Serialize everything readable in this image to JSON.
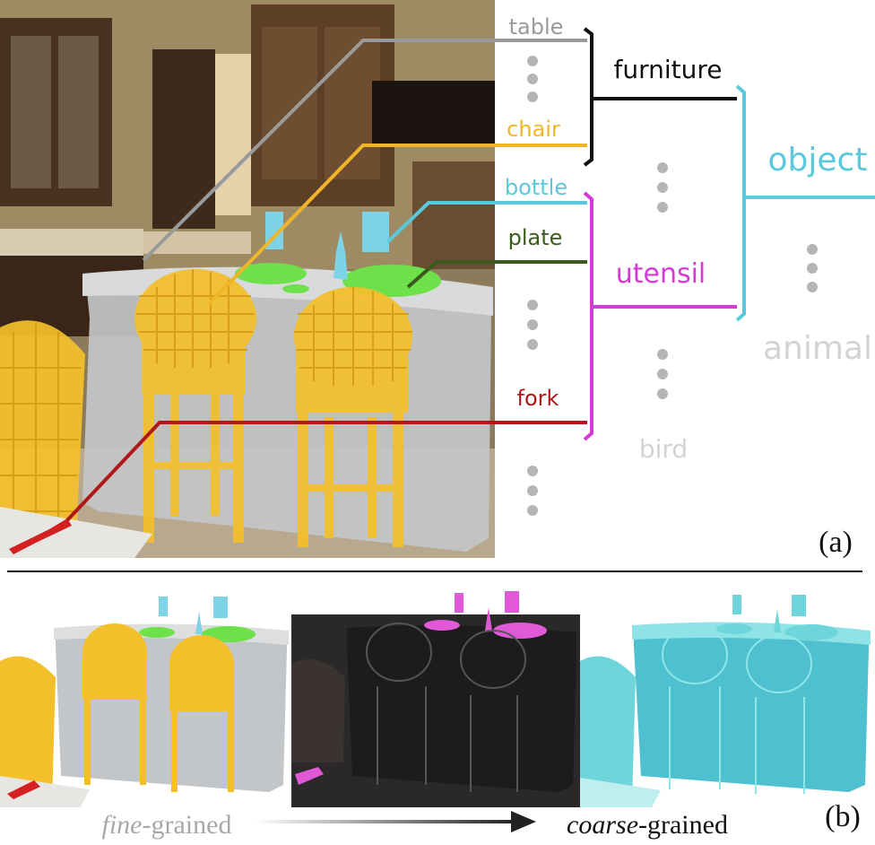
{
  "panel_a": {
    "label": "(a)",
    "fine_labels": [
      {
        "text": "table",
        "color": "#9a9a9a"
      },
      {
        "text": "chair",
        "color": "#f0b52a"
      },
      {
        "text": "bottle",
        "color": "#5cc8dc"
      },
      {
        "text": "plate",
        "color": "#3a5a1e"
      },
      {
        "text": "fork",
        "color": "#b01818"
      }
    ],
    "mid_labels": [
      {
        "text": "furniture",
        "color": "#111111"
      },
      {
        "text": "utensil",
        "color": "#d63ad6"
      },
      {
        "text": "bird",
        "color": "#d3d3d3"
      }
    ],
    "top_labels": [
      {
        "text": "object",
        "color": "#5cc8dc"
      },
      {
        "text": "animal",
        "color": "#d3d3d3"
      }
    ]
  },
  "panel_b": {
    "label": "(b)",
    "fine_word": "fine",
    "coarse_word": "coarse",
    "grained_suffix": "-grained",
    "colors": {
      "fine": "#a8a8a8",
      "coarse": "#111111"
    }
  },
  "colors": {
    "table": "#c3c6c8",
    "chair": "#f3bf2b",
    "bottle": "#7fd3e6",
    "plate": "#6ee04a",
    "fork": "#d42020",
    "utensil": "#e05ad8",
    "object": "#6ed6da",
    "dots": "#b5b5b5"
  }
}
